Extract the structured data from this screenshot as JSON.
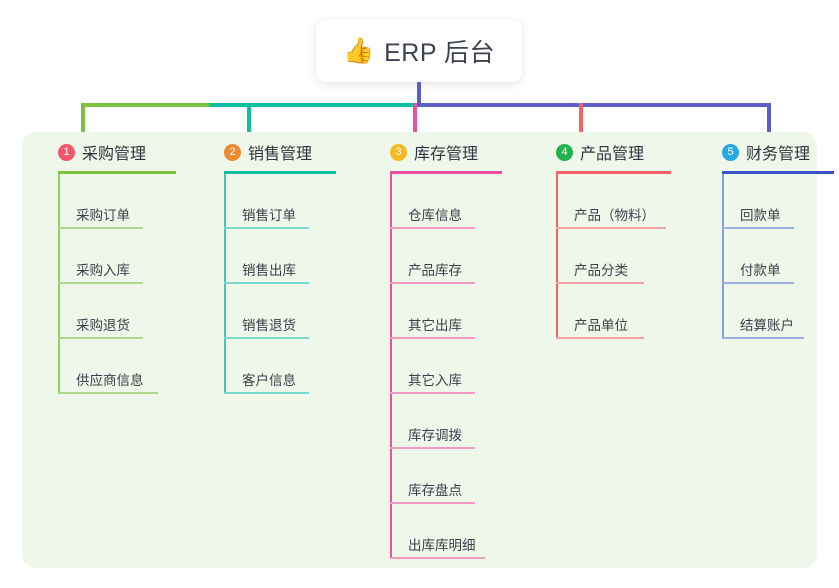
{
  "root": {
    "icon": "thumbs-up-icon",
    "icon_glyph": "👍",
    "title": "ERP 后台"
  },
  "panel": {
    "background_color": "#eef7e9"
  },
  "connectors": {
    "stem_color": "#5b5fc7",
    "bus_segments": [
      {
        "name": "green",
        "color": "#7cc242"
      },
      {
        "name": "teal",
        "color": "#0fbfa2"
      },
      {
        "name": "blue",
        "color": "#5b5fc7"
      }
    ]
  },
  "columns": [
    {
      "number": "1",
      "badge_color": "#f2566a",
      "title": "采购管理",
      "head_rule_color": "#7cc242",
      "head_rule_width": 118,
      "spine_color": "#95cf63",
      "item_rule_color": "#aed88a",
      "items": [
        {
          "label": "采购订单",
          "rule_width": 85
        },
        {
          "label": "采购入库",
          "rule_width": 85
        },
        {
          "label": "采购退货",
          "rule_width": 85
        },
        {
          "label": "供应商信息",
          "rule_width": 100
        }
      ]
    },
    {
      "number": "2",
      "badge_color": "#f08a31",
      "title": "销售管理",
      "head_rule_color": "#0fbfa2",
      "head_rule_width": 112,
      "spine_color": "#3fc9b4",
      "item_rule_color": "#79d9cb",
      "items": [
        {
          "label": "销售订单",
          "rule_width": 85
        },
        {
          "label": "销售出库",
          "rule_width": 85
        },
        {
          "label": "销售退货",
          "rule_width": 85
        },
        {
          "label": "客户信息",
          "rule_width": 85
        }
      ]
    },
    {
      "number": "3",
      "badge_color": "#f5b921",
      "title": "库存管理",
      "head_rule_color": "#e8519b",
      "head_rule_width": 112,
      "spine_color": "#ee4fa0",
      "item_rule_color": "#f09ac4",
      "items": [
        {
          "label": "仓库信息",
          "rule_width": 85
        },
        {
          "label": "产品库存",
          "rule_width": 85
        },
        {
          "label": "其它出库",
          "rule_width": 85
        },
        {
          "label": "其它入库",
          "rule_width": 85
        },
        {
          "label": "库存调拨",
          "rule_width": 85
        },
        {
          "label": "库存盘点",
          "rule_width": 85
        },
        {
          "label": "出库库明细",
          "rule_width": 95
        }
      ]
    },
    {
      "number": "4",
      "badge_color": "#22b14c",
      "title": "产品管理",
      "head_rule_color": "#f4616a",
      "head_rule_width": 115,
      "spine_color": "#f4616a",
      "item_rule_color": "#f5a2a4",
      "items": [
        {
          "label": "产品（物料）",
          "rule_width": 110
        },
        {
          "label": "产品分类",
          "rule_width": 88
        },
        {
          "label": "产品单位",
          "rule_width": 88
        }
      ]
    },
    {
      "number": "5",
      "badge_color": "#27a9e3",
      "title": "财务管理",
      "head_rule_color": "#3b53c4",
      "head_rule_width": 112,
      "spine_color": "#8b9bdb",
      "item_rule_color": "#9aaee4",
      "items": [
        {
          "label": "回款单",
          "rule_width": 72
        },
        {
          "label": "付款单",
          "rule_width": 72
        },
        {
          "label": "结算账户",
          "rule_width": 82
        }
      ]
    }
  ]
}
